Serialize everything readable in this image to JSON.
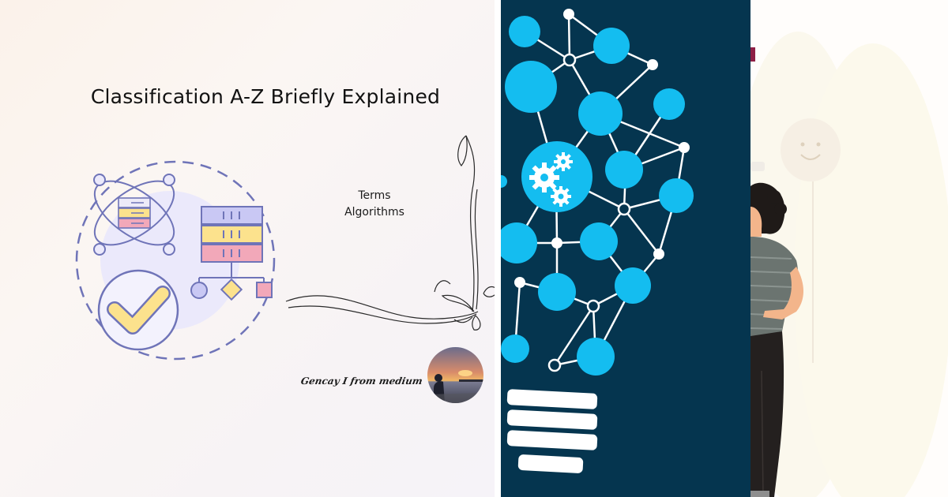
{
  "title": "Classification A-Z Briefly Explained",
  "topics": [
    "Terms",
    "Algorithms"
  ],
  "author": "Gencay I from medium",
  "colors": {
    "network_bg": "#05354f",
    "node_blue": "#14bdf0",
    "icon_purple": "#6f74b8",
    "icon_yellow": "#fce28d",
    "icon_pink": "#f2a8b9",
    "circle_lavender": "#ebe9fb"
  },
  "icons": {
    "classification": "classification-illustration",
    "network": "network-lightbulb-illustration",
    "person": "person-illustration"
  }
}
